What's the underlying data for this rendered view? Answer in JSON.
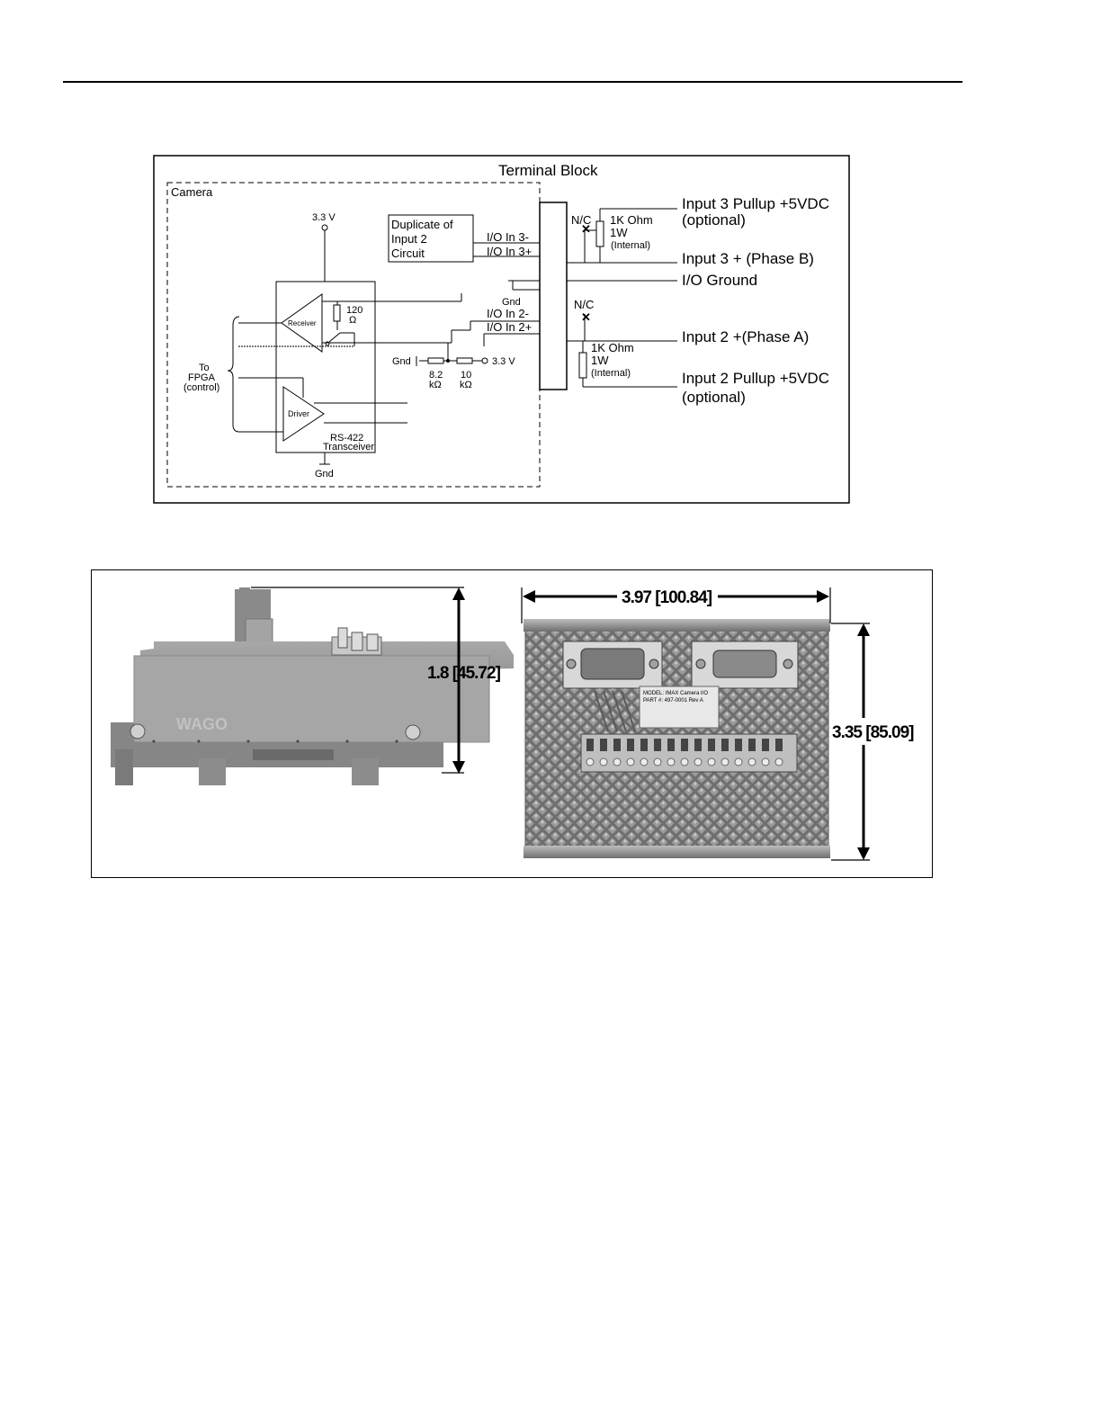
{
  "schematic": {
    "terminal_block": "Terminal Block",
    "camera": "Camera",
    "v33_top": "3.3 V",
    "duplicate_1": "Duplicate of",
    "duplicate_2": "Input 2",
    "duplicate_3": "Circuit",
    "io_in3_minus": "I/O In 3-",
    "io_in3_plus": "I/O In 3+",
    "io_in2_minus": "I/O In 2-",
    "io_in2_plus": "I/O In 2+",
    "gnd_mid": "Gnd",
    "gnd_left": "Gnd",
    "gnd_bottom": "Gnd",
    "v33_mid": "3.3 V",
    "r120_a": "120",
    "r120_b": "Ω",
    "r82_a": "8.2",
    "r82_b": "kΩ",
    "r10_a": "10",
    "r10_b": "kΩ",
    "receiver": "Receiver",
    "driver": "Driver",
    "rs422_a": "RS-422",
    "rs422_b": "Transceiver",
    "to_fpga_a": "To",
    "to_fpga_b": "FPGA",
    "to_fpga_c": "(control)",
    "nc_top": "N/C",
    "nc_bottom": "N/C",
    "ohm_top_a": "1K Ohm",
    "ohm_top_b": "1W",
    "ohm_top_c": "(Internal)",
    "ohm_bot_a": "1K Ohm",
    "ohm_bot_b": "1W",
    "ohm_bot_c": "(Internal)",
    "input3_pullup_a": "Input 3 Pullup +5VDC",
    "input3_pullup_b": "(optional)",
    "input3_phase": "Input 3 + (Phase B)",
    "io_ground": "I/O Ground",
    "input2_phase": "Input 2 +(Phase A)",
    "input2_pullup_a": "Input 2 Pullup +5VDC",
    "input2_pullup_b": "(optional)"
  },
  "photo": {
    "height_dim": "1.8 [45.72]",
    "width_dim": "3.97 [100.84]",
    "depth_dim": "3.35 [85.09]",
    "side_logo": "WAGO",
    "label_model": "MODEL: IMAX Camera I/O",
    "label_part": "PART #: 497-0001 Rev A"
  }
}
